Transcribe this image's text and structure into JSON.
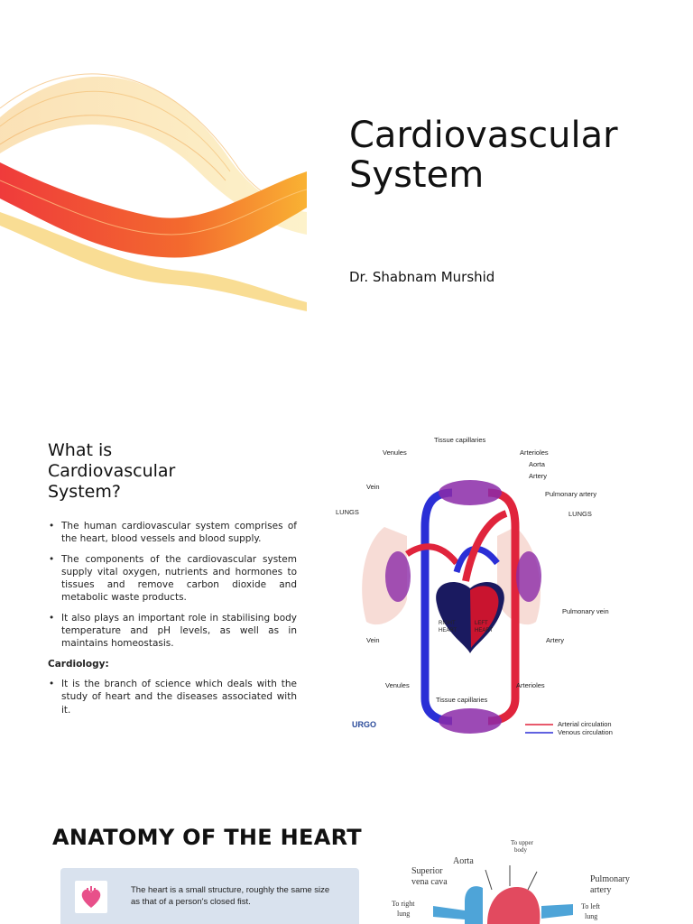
{
  "slide1": {
    "title_line1": "Cardiovascular",
    "title_line2": "System",
    "author": "Dr. Shabnam Murshid"
  },
  "slide2": {
    "title_line1": "What is",
    "title_line2": "Cardiovascular",
    "title_line3": "System?",
    "bullets": [
      "The human cardiovascular system comprises of the heart, blood vessels and blood supply.",
      "The components of the cardiovascular system supply vital oxygen, nutrients and hormones to tissues and remove carbon dioxide and metabolic waste products.",
      "It also plays an important role in stabilising body temperature and pH levels, as well as in maintains homeostasis."
    ],
    "subheading": "Cardiology:",
    "bullets2": [
      "It is the branch of science which deals with the study of heart and the diseases associated with it."
    ],
    "diagram": {
      "tissue_capillaries_top": "Tissue capillaries",
      "venules_top": "Venules",
      "arterioles_top": "Arterioles",
      "aorta": "Aorta",
      "artery_top": "Artery",
      "vein_top": "Vein",
      "pulmonary_artery": "Pulmonary artery",
      "lungs_left": "LUNGS",
      "lungs_right": "LUNGS",
      "right_heart_1": "RIGHT",
      "right_heart_2": "HEART",
      "left_heart_1": "LEFT",
      "left_heart_2": "HEART",
      "pulmonary_vein": "Pulmonary vein",
      "vein_bottom": "Vein",
      "artery_bottom": "Artery",
      "venules_bottom": "Venules",
      "arterioles_bottom": "Arterioles",
      "tissue_capillaries_bottom": "Tissue capillaries",
      "brand": "URGO",
      "legend_arterial": "Arterial circulation",
      "legend_venous": "Venous circulation",
      "arterial_color": "#e0243c",
      "venous_color": "#2b2fd6"
    }
  },
  "slide3": {
    "title": "ANATOMY OF THE HEART",
    "card_text": "The heart is a small structure, roughly the same size as that of a person's closed fist.",
    "card_icon": "heart-icon",
    "labels": {
      "to_upper_body_1": "To upper",
      "to_upper_body_2": "body",
      "aorta": "Aorta",
      "superior_1": "Superior",
      "superior_2": "vena cava",
      "pulmonary_1": "Pulmonary",
      "pulmonary_2": "artery",
      "to_right_1": "To right",
      "to_right_2": "lung",
      "to_left_1": "To left",
      "to_left_2": "lung"
    }
  }
}
